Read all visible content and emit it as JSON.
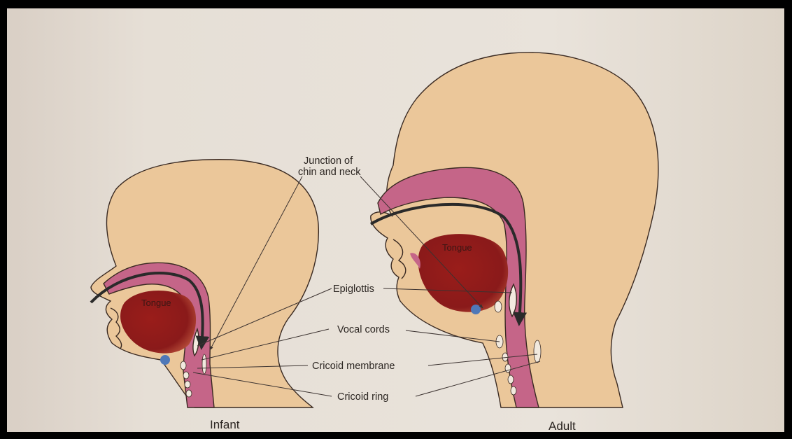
{
  "labels": {
    "junction_line1": "Junction of",
    "junction_line2": "chin and neck",
    "epiglottis": "Epiglottis",
    "vocal_cords": "Vocal cords",
    "cricoid_membrane": "Cricoid membrane",
    "cricoid_ring": "Cricoid ring",
    "tongue_infant": "Tongue",
    "tongue_adult": "Tongue"
  },
  "captions": {
    "infant": "Infant",
    "adult": "Adult"
  },
  "colors": {
    "page": "#e4ddd4",
    "skin": "#ebc79a",
    "mucosa": "#c56588",
    "tongue": "#8a1a1a",
    "cricoid_marker": "#4f78b8",
    "airway_arrow": "#2a2a2a"
  }
}
